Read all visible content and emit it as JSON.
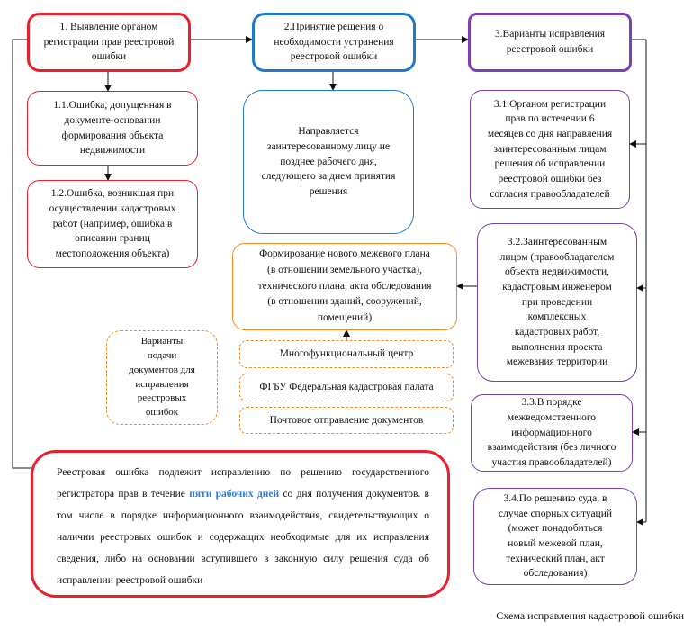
{
  "boxes": {
    "step1": "1. Выявление органом\nрегистрации прав реестровой\nошибки",
    "step2": "2.Принятие решения о\nнеобходимости устранения\nреестровой ошибки",
    "step3": "3.Варианты исправления\nреестровой ошибки",
    "b1_1": "1.1.Ошибка, допущенная  в\nдокументе-основании\nформирования объекта\nнедвижимости",
    "b1_2": "1.2.Ошибка, возникшая при\nосуществлении кадастровых\nработ (например, ошибка в\nописании границ\nместоположения объекта)",
    "b2_1": "Направляется\nзаинтересованному лицу не\nпозднее  рабочего дня,\nследующего за днем принятия\nрешения",
    "b3_1": "3.1.Органом регистрации\nправ по истечении 6\nмесяцев со дня направления\nзаинтересованным лицам\nрешения об исправлении\nреестровой ошибки без\nсогласия правообладателей",
    "b3_2": "3.2.Заинтересованным\nлицом (правообладателем\nобъекта недвижимости,\nкадастровым инженером\nпри проведении\nкомплексных\nкадастровых работ,\nвыполнения проекта\nмежевания территории",
    "b3_3": "3.3.В порядке\nмежведомственного\nинформационного\nвзаимодействия (без личного\nучастия правообладателей)",
    "b3_4": "3.4.По решению суда, в\nслучае спорных ситуаций\n(может понадобиться\nновый межевой план,\nтехнический план, акт\nобследования)",
    "forming": "Формирование нового межевого плана\n(в отношении земельного участка),\nтехнического плана, акта обследования\n(в отношении зданий, сооружений,\nпомещений)",
    "variants": "Варианты\nподачи\nдокументов для\nисправления\nреестровых\nошибок",
    "mfc": "Многофункциональный центр",
    "fgbu": "ФГБУ Федеральная кадастровая палата",
    "post": "Почтовое отправление документов"
  },
  "note": {
    "before": "Реестровая ошибка подлежит исправлению по решению государственного регистратора прав в течение ",
    "highlight": "пяти рабочих дней",
    "after": " со дня получения документов. в том числе в порядке информационного взаимодействия, свидетельствующих о наличии реестровых ошибок и содержащих необходимые  для их исправления сведения, либо на основании  вступившего в законную силу решения суда об исправлении реестровой ошибки"
  },
  "caption": "Схема исправления кадастровой ошибки",
  "colors": {
    "red": "#e8202e",
    "blue": "#1f78c8",
    "purple": "#7a3fb0",
    "orange": "#f08a24",
    "highlight": "#2a7de1"
  }
}
